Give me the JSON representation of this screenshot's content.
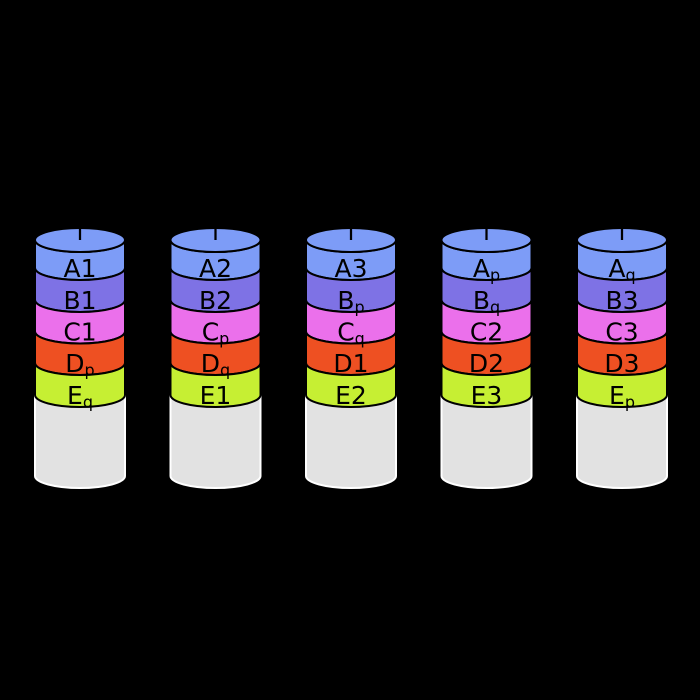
{
  "diagram": {
    "kind": "raid-disk-stack-diagram",
    "disk_count": 5,
    "disks": [
      {
        "blocks": [
          {
            "text": "A1",
            "sub": ""
          },
          {
            "text": "B1",
            "sub": ""
          },
          {
            "text": "C1",
            "sub": ""
          },
          {
            "text": "D",
            "sub": "p"
          },
          {
            "text": "E",
            "sub": "q"
          }
        ]
      },
      {
        "blocks": [
          {
            "text": "A2",
            "sub": ""
          },
          {
            "text": "B2",
            "sub": ""
          },
          {
            "text": "C",
            "sub": "p"
          },
          {
            "text": "D",
            "sub": "q"
          },
          {
            "text": "E1",
            "sub": ""
          }
        ]
      },
      {
        "blocks": [
          {
            "text": "A3",
            "sub": ""
          },
          {
            "text": "B",
            "sub": "p"
          },
          {
            "text": "C",
            "sub": "q"
          },
          {
            "text": "D1",
            "sub": ""
          },
          {
            "text": "E2",
            "sub": ""
          }
        ]
      },
      {
        "blocks": [
          {
            "text": "A",
            "sub": "p"
          },
          {
            "text": "B",
            "sub": "q"
          },
          {
            "text": "C2",
            "sub": ""
          },
          {
            "text": "D2",
            "sub": ""
          },
          {
            "text": "E3",
            "sub": ""
          }
        ]
      },
      {
        "blocks": [
          {
            "text": "A",
            "sub": "q"
          },
          {
            "text": "B3",
            "sub": ""
          },
          {
            "text": "C3",
            "sub": ""
          },
          {
            "text": "D3",
            "sub": ""
          },
          {
            "text": "E",
            "sub": "p"
          }
        ]
      }
    ],
    "colors": {
      "background": "#000000",
      "stripe_a": "#7d9cf7",
      "stripe_b": "#7e72e5",
      "stripe_c": "#eb70eb",
      "stripe_d": "#ee5022",
      "stripe_e": "#c6ef33",
      "disk_body": "#e2e2e2",
      "outline": "#000000",
      "body_outline": "#ffffff",
      "label_text": "#000000"
    }
  }
}
